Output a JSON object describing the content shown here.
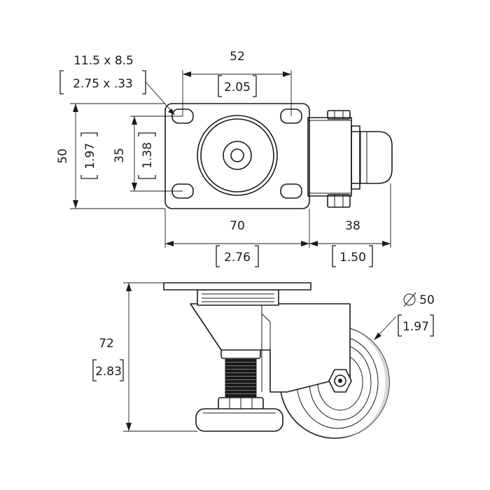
{
  "top_view": {
    "hole_size_mm": "11.5 x 8.5",
    "hole_size_in": "2.75 x .33",
    "hole_spacing_width_mm": "52",
    "hole_spacing_width_in": "2.05",
    "plate_height_mm": "50",
    "plate_height_in": "1.97",
    "hole_spacing_height_mm": "35",
    "hole_spacing_height_in": "1.38",
    "plate_width_mm": "70",
    "plate_width_in": "2.76",
    "offset_mm": "38",
    "offset_in": "1.50"
  },
  "side_view": {
    "total_height_mm": "72",
    "total_height_in": "2.83",
    "wheel_diameter_mm": "50",
    "wheel_diameter_in": "1.97",
    "diameter_symbol": "∅"
  }
}
